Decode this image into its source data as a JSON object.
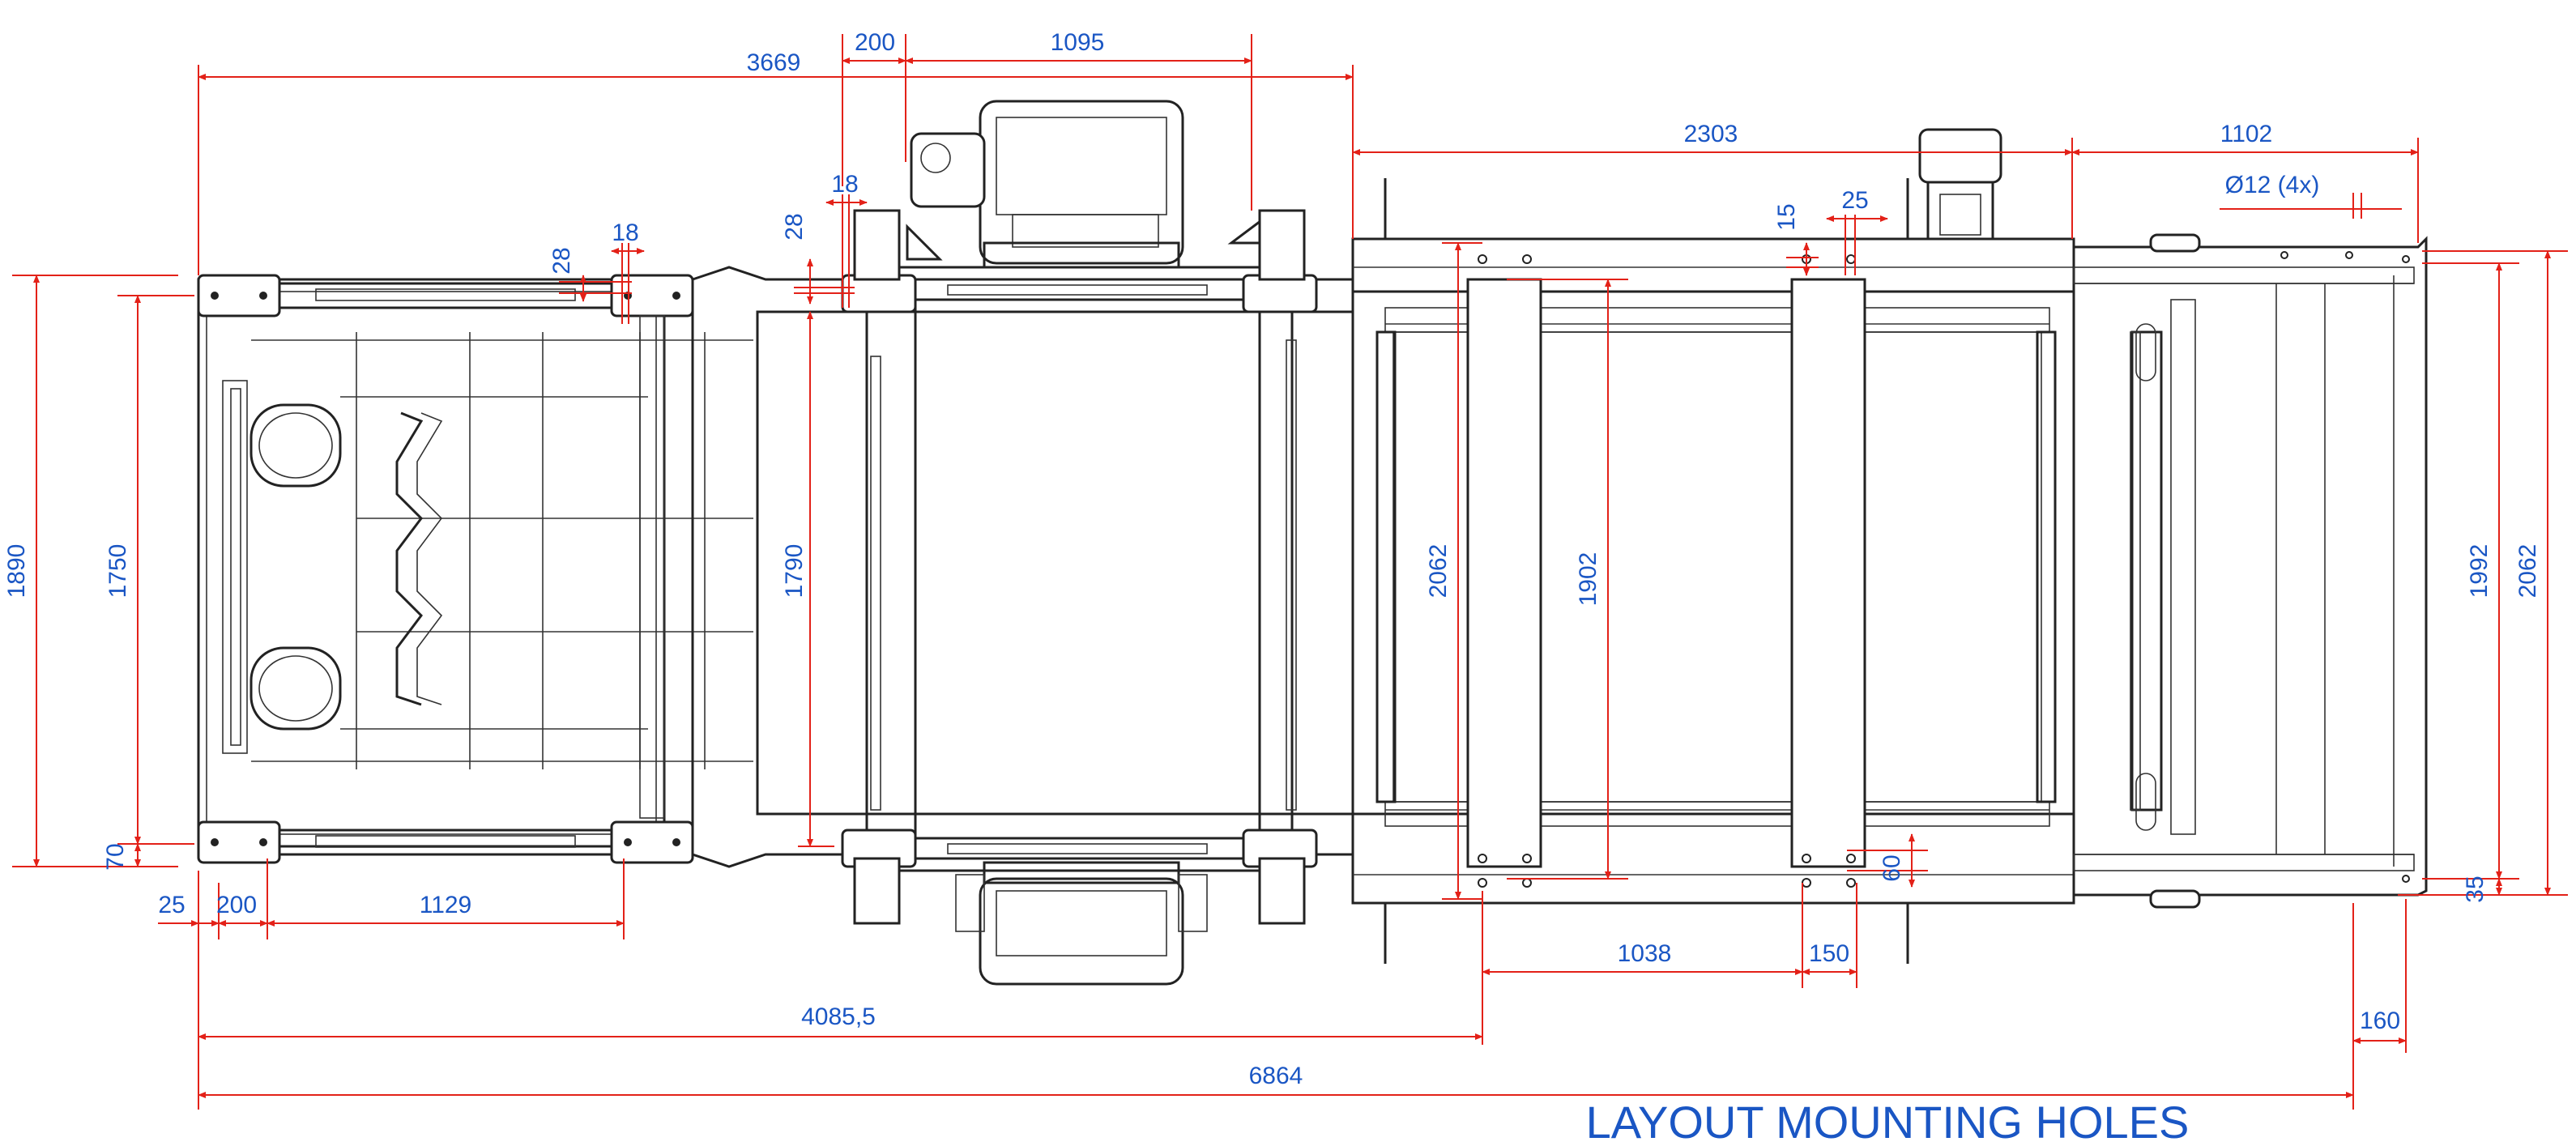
{
  "title": "LAYOUT MOUNTING HOLES",
  "colors": {
    "dimension_line": "#e32118",
    "dimension_text": "#1a56c4",
    "machine_outline": "#222222"
  },
  "dimensions": {
    "d3669": "3669",
    "d200_top": "200",
    "d1095": "1095",
    "d2303": "2303",
    "d1102": "1102",
    "hole": "Ø12 (4x)",
    "d18_a": "18",
    "d28_a": "28",
    "d18_b": "18",
    "d28_b": "28",
    "d15": "15",
    "d25_top": "25",
    "d1890": "1890",
    "d1750": "1750",
    "d70": "70",
    "d1790": "1790",
    "d2062_mid": "2062",
    "d1902": "1902",
    "d1992": "1992",
    "d2062_right": "2062",
    "d60": "60",
    "d35": "35",
    "d25_bottom": "25",
    "d200_bottom": "200",
    "d1129": "1129",
    "d1038": "1038",
    "d150": "150",
    "d4085": "4085,5",
    "d160": "160",
    "d6864": "6864"
  }
}
